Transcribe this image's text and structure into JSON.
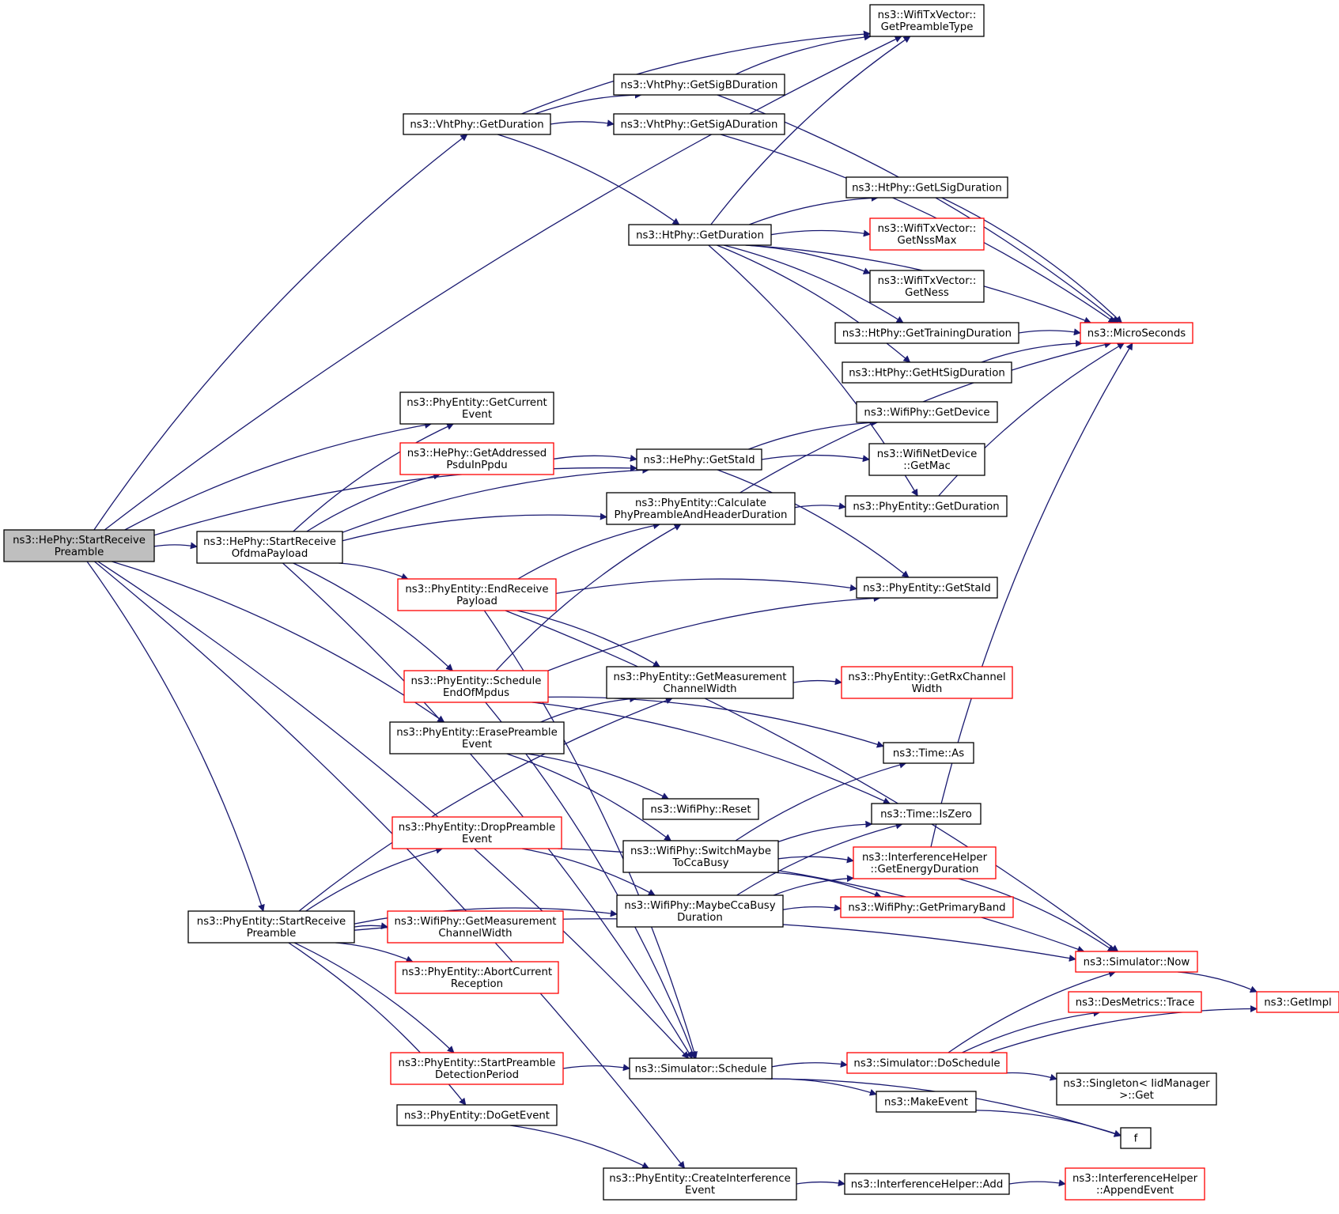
{
  "colors": {
    "edge": "#191970",
    "root_fill": "#bfbfbf",
    "node_border": "#000000",
    "truncated_border": "#ff0000",
    "node_fill": "#ffffff"
  },
  "nodes": [
    {
      "id": "root",
      "lines": [
        "ns3::HePhy::StartReceive",
        "Preamble"
      ],
      "style": "root"
    },
    {
      "id": "preambletype",
      "lines": [
        "ns3::WifiTxVector::",
        "GetPreambleType"
      ],
      "style": "normal"
    },
    {
      "id": "vhtsigb",
      "lines": [
        "ns3::VhtPhy::GetSigBDuration"
      ],
      "style": "normal"
    },
    {
      "id": "vhtdur",
      "lines": [
        "ns3::VhtPhy::GetDuration"
      ],
      "style": "normal"
    },
    {
      "id": "vhtsiga",
      "lines": [
        "ns3::VhtPhy::GetSigADuration"
      ],
      "style": "normal"
    },
    {
      "id": "htlsig",
      "lines": [
        "ns3::HtPhy::GetLSigDuration"
      ],
      "style": "normal"
    },
    {
      "id": "htdur",
      "lines": [
        "ns3::HtPhy::GetDuration"
      ],
      "style": "normal"
    },
    {
      "id": "nssmax",
      "lines": [
        "ns3::WifiTxVector::",
        "GetNssMax"
      ],
      "style": "truncated"
    },
    {
      "id": "ness",
      "lines": [
        "ns3::WifiTxVector::",
        "GetNess"
      ],
      "style": "normal"
    },
    {
      "id": "httrain",
      "lines": [
        "ns3::HtPhy::GetTrainingDuration"
      ],
      "style": "normal"
    },
    {
      "id": "micro",
      "lines": [
        "ns3::MicroSeconds"
      ],
      "style": "truncated"
    },
    {
      "id": "htsig",
      "lines": [
        "ns3::HtPhy::GetHtSigDuration"
      ],
      "style": "normal"
    },
    {
      "id": "curevent",
      "lines": [
        "ns3::PhyEntity::GetCurrent",
        "Event"
      ],
      "style": "normal"
    },
    {
      "id": "getdevice",
      "lines": [
        "ns3::WifiPhy::GetDevice"
      ],
      "style": "normal"
    },
    {
      "id": "addressed",
      "lines": [
        "ns3::HePhy::GetAddressed",
        "PsduInPpdu"
      ],
      "style": "truncated"
    },
    {
      "id": "hestaid",
      "lines": [
        "ns3::HePhy::GetStaId"
      ],
      "style": "normal"
    },
    {
      "id": "getmac",
      "lines": [
        "ns3::WifiNetDevice",
        "::GetMac"
      ],
      "style": "normal"
    },
    {
      "id": "calcpre",
      "lines": [
        "ns3::PhyEntity::Calculate",
        "PhyPreambleAndHeaderDuration"
      ],
      "style": "normal"
    },
    {
      "id": "pedur",
      "lines": [
        "ns3::PhyEntity::GetDuration"
      ],
      "style": "normal"
    },
    {
      "id": "ofdma",
      "lines": [
        "ns3::HePhy::StartReceive",
        "OfdmaPayload"
      ],
      "style": "normal"
    },
    {
      "id": "endrecv",
      "lines": [
        "ns3::PhyEntity::EndReceive",
        "Payload"
      ],
      "style": "truncated"
    },
    {
      "id": "pestaid",
      "lines": [
        "ns3::PhyEntity::GetStaId"
      ],
      "style": "normal"
    },
    {
      "id": "schedeom",
      "lines": [
        "ns3::PhyEntity::Schedule",
        "EndOfMpdus"
      ],
      "style": "truncated"
    },
    {
      "id": "getmeas",
      "lines": [
        "ns3::PhyEntity::GetMeasurement",
        "ChannelWidth"
      ],
      "style": "normal"
    },
    {
      "id": "rxchw",
      "lines": [
        "ns3::PhyEntity::GetRxChannel",
        "Width"
      ],
      "style": "truncated"
    },
    {
      "id": "erase",
      "lines": [
        "ns3::PhyEntity::ErasePreamble",
        "Event"
      ],
      "style": "normal"
    },
    {
      "id": "timeas",
      "lines": [
        "ns3::Time::As"
      ],
      "style": "normal"
    },
    {
      "id": "reset",
      "lines": [
        "ns3::WifiPhy::Reset"
      ],
      "style": "normal"
    },
    {
      "id": "iszero",
      "lines": [
        "ns3::Time::IsZero"
      ],
      "style": "normal"
    },
    {
      "id": "drop",
      "lines": [
        "ns3::PhyEntity::DropPreamble",
        "Event"
      ],
      "style": "truncated"
    },
    {
      "id": "switchcca",
      "lines": [
        "ns3::WifiPhy::SwitchMaybe",
        "ToCcaBusy"
      ],
      "style": "normal"
    },
    {
      "id": "energy",
      "lines": [
        "ns3::InterferenceHelper",
        "::GetEnergyDuration"
      ],
      "style": "truncated"
    },
    {
      "id": "maybecca",
      "lines": [
        "ns3::WifiPhy::MaybeCcaBusy",
        "Duration"
      ],
      "style": "normal"
    },
    {
      "id": "primary",
      "lines": [
        "ns3::WifiPhy::GetPrimaryBand"
      ],
      "style": "truncated"
    },
    {
      "id": "pestartpre",
      "lines": [
        "ns3::PhyEntity::StartReceive",
        "Preamble"
      ],
      "style": "normal"
    },
    {
      "id": "wpmeas",
      "lines": [
        "ns3::WifiPhy::GetMeasurement",
        "ChannelWidth"
      ],
      "style": "truncated"
    },
    {
      "id": "abort",
      "lines": [
        "ns3::PhyEntity::AbortCurrent",
        "Reception"
      ],
      "style": "truncated"
    },
    {
      "id": "now",
      "lines": [
        "ns3::Simulator::Now"
      ],
      "style": "truncated"
    },
    {
      "id": "getimpl",
      "lines": [
        "ns3::GetImpl"
      ],
      "style": "truncated"
    },
    {
      "id": "trace",
      "lines": [
        "ns3::DesMetrics::Trace"
      ],
      "style": "truncated"
    },
    {
      "id": "startdet",
      "lines": [
        "ns3::PhyEntity::StartPreamble",
        "DetectionPeriod"
      ],
      "style": "truncated"
    },
    {
      "id": "schedule",
      "lines": [
        "ns3::Simulator::Schedule"
      ],
      "style": "normal"
    },
    {
      "id": "dosched",
      "lines": [
        "ns3::Simulator::DoSchedule"
      ],
      "style": "truncated"
    },
    {
      "id": "singleton",
      "lines": [
        "ns3::Singleton< IidManager",
        ">::Get"
      ],
      "style": "normal"
    },
    {
      "id": "makeevent",
      "lines": [
        "ns3::MakeEvent"
      ],
      "style": "normal"
    },
    {
      "id": "doget",
      "lines": [
        "ns3::PhyEntity::DoGetEvent"
      ],
      "style": "normal"
    },
    {
      "id": "f",
      "lines": [
        "f"
      ],
      "style": "normal"
    },
    {
      "id": "createint",
      "lines": [
        "ns3::PhyEntity::CreateInterference",
        "Event"
      ],
      "style": "normal"
    },
    {
      "id": "intadd",
      "lines": [
        "ns3::InterferenceHelper::Add"
      ],
      "style": "normal"
    },
    {
      "id": "append",
      "lines": [
        "ns3::InterferenceHelper",
        "::AppendEvent"
      ],
      "style": "truncated"
    }
  ],
  "edges": [
    [
      "root",
      "preambletype"
    ],
    [
      "root",
      "vhtdur"
    ],
    [
      "root",
      "hestaid"
    ],
    [
      "root",
      "curevent"
    ],
    [
      "root",
      "ofdma"
    ],
    [
      "root",
      "erase"
    ],
    [
      "root",
      "pestartpre"
    ],
    [
      "root",
      "schedule"
    ],
    [
      "root",
      "createint"
    ],
    [
      "vhtdur",
      "preambletype"
    ],
    [
      "vhtdur",
      "vhtsigb"
    ],
    [
      "vhtdur",
      "vhtsiga"
    ],
    [
      "vhtdur",
      "htdur"
    ],
    [
      "vhtsigb",
      "preambletype"
    ],
    [
      "vhtsigb",
      "micro"
    ],
    [
      "vhtsiga",
      "micro"
    ],
    [
      "htdur",
      "preambletype"
    ],
    [
      "htdur",
      "htlsig"
    ],
    [
      "htdur",
      "nssmax"
    ],
    [
      "htdur",
      "ness"
    ],
    [
      "htdur",
      "httrain"
    ],
    [
      "htdur",
      "htsig"
    ],
    [
      "htdur",
      "micro"
    ],
    [
      "htdur",
      "pedur"
    ],
    [
      "htlsig",
      "micro"
    ],
    [
      "httrain",
      "micro"
    ],
    [
      "htsig",
      "micro"
    ],
    [
      "ofdma",
      "curevent"
    ],
    [
      "ofdma",
      "addressed"
    ],
    [
      "ofdma",
      "hestaid"
    ],
    [
      "ofdma",
      "calcpre"
    ],
    [
      "ofdma",
      "endrecv"
    ],
    [
      "ofdma",
      "schedeom"
    ],
    [
      "ofdma",
      "schedule"
    ],
    [
      "addressed",
      "hestaid"
    ],
    [
      "hestaid",
      "getdevice"
    ],
    [
      "hestaid",
      "getmac"
    ],
    [
      "hestaid",
      "pestaid"
    ],
    [
      "calcpre",
      "pedur"
    ],
    [
      "calcpre",
      "micro"
    ],
    [
      "pedur",
      "micro"
    ],
    [
      "endrecv",
      "calcpre"
    ],
    [
      "endrecv",
      "pestaid"
    ],
    [
      "endrecv",
      "getmeas"
    ],
    [
      "endrecv",
      "now"
    ],
    [
      "endrecv",
      "schedule"
    ],
    [
      "schedeom",
      "calcpre"
    ],
    [
      "schedeom",
      "pestaid"
    ],
    [
      "schedeom",
      "timeas"
    ],
    [
      "schedeom",
      "iszero"
    ],
    [
      "schedeom",
      "schedule"
    ],
    [
      "erase",
      "getmeas"
    ],
    [
      "erase",
      "reset"
    ],
    [
      "erase",
      "switchcca"
    ],
    [
      "getmeas",
      "rxchw"
    ],
    [
      "switchcca",
      "timeas"
    ],
    [
      "switchcca",
      "iszero"
    ],
    [
      "switchcca",
      "energy"
    ],
    [
      "switchcca",
      "primary"
    ],
    [
      "maybecca",
      "iszero"
    ],
    [
      "maybecca",
      "energy"
    ],
    [
      "maybecca",
      "primary"
    ],
    [
      "energy",
      "micro"
    ],
    [
      "energy",
      "now"
    ],
    [
      "pestartpre",
      "getmeas"
    ],
    [
      "pestartpre",
      "maybecca"
    ],
    [
      "pestartpre",
      "drop"
    ],
    [
      "pestartpre",
      "wpmeas"
    ],
    [
      "pestartpre",
      "abort"
    ],
    [
      "pestartpre",
      "now"
    ],
    [
      "pestartpre",
      "startdet"
    ],
    [
      "pestartpre",
      "doget"
    ],
    [
      "drop",
      "maybecca"
    ],
    [
      "drop",
      "now"
    ],
    [
      "startdet",
      "schedule"
    ],
    [
      "schedule",
      "dosched"
    ],
    [
      "schedule",
      "makeevent"
    ],
    [
      "schedule",
      "f"
    ],
    [
      "dosched",
      "now"
    ],
    [
      "dosched",
      "trace"
    ],
    [
      "dosched",
      "getimpl"
    ],
    [
      "dosched",
      "singleton"
    ],
    [
      "now",
      "getimpl"
    ],
    [
      "makeevent",
      "f"
    ],
    [
      "doget",
      "createint"
    ],
    [
      "createint",
      "intadd"
    ],
    [
      "intadd",
      "append"
    ]
  ]
}
